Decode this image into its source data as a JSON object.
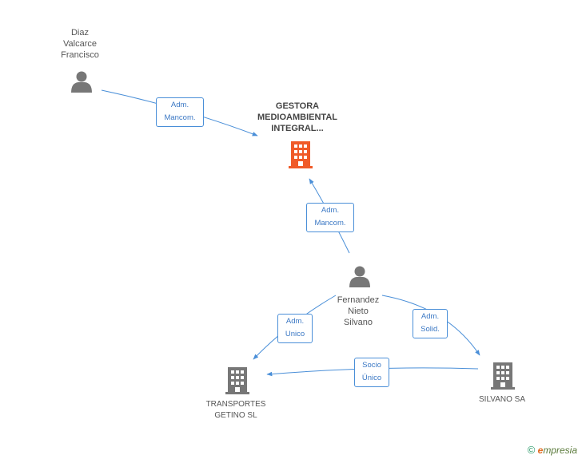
{
  "colors": {
    "edge": "#4a8fd8",
    "person": "#777777",
    "company": "#777777",
    "focus_company": "#f05a28"
  },
  "nodes": {
    "diaz": {
      "lines": [
        "Diaz",
        "Valcarce",
        "Francisco"
      ],
      "icon": "person-icon"
    },
    "gestora": {
      "lines": [
        "GESTORA",
        "MEDIOAMBIENTAL",
        "INTEGRAL..."
      ],
      "icon": "building-icon"
    },
    "fernandez": {
      "lines": [
        "Fernandez",
        "Nieto",
        "Silvano"
      ],
      "icon": "person-icon"
    },
    "transportes": {
      "lines": [
        "TRANSPORTES",
        "GETINO SL"
      ],
      "icon": "building-icon"
    },
    "silvano": {
      "lines": [
        "SILVANO SA"
      ],
      "icon": "building-icon"
    }
  },
  "edges": {
    "diaz_gestora": [
      "Adm.",
      "Mancom."
    ],
    "fernandez_gestora": [
      "Adm.",
      "Mancom."
    ],
    "fernandez_transportes": [
      "Adm.",
      "Unico"
    ],
    "fernandez_silvano": [
      "Adm.",
      "Solid."
    ],
    "silvano_transportes": [
      "Socio",
      "Único"
    ]
  },
  "brand": {
    "copyright": "©",
    "e": "e",
    "rest": "mpresia"
  }
}
